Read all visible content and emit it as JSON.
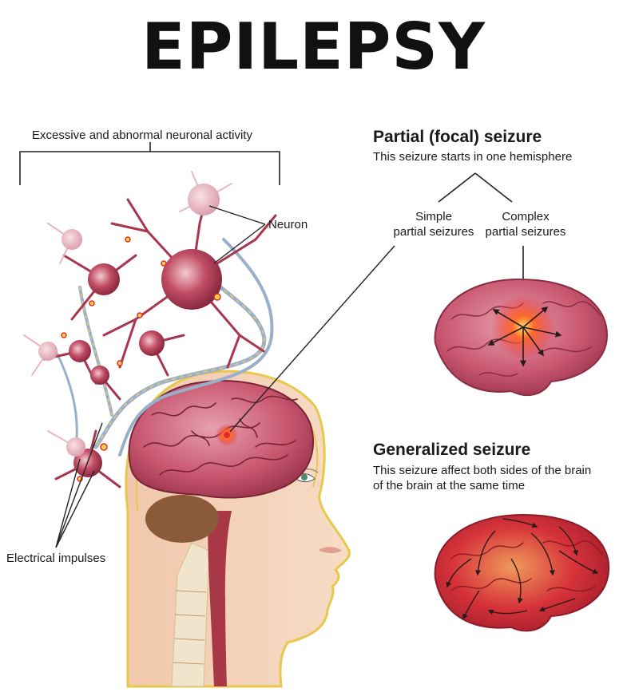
{
  "title": "EPILEPSY",
  "labels": {
    "neuronal_activity": "Excessive and abnormal neuronal activity",
    "neuron": "Neuron",
    "electrical_impulses": "Electrical impulses"
  },
  "partial": {
    "heading": "Partial (focal) seizure",
    "subtitle": "This seizure starts in one hemisphere",
    "simple_line1": "Simple",
    "simple_line2": "partial seizures",
    "complex_line1": "Complex",
    "complex_line2": "partial seizures"
  },
  "generalized": {
    "heading": "Generalized seizure",
    "line1": "This seizure affect both sides of the brain",
    "line2": "of the brain at the same time"
  },
  "colors": {
    "brain": "#c8566f",
    "neuron": "#b8405a",
    "hotspot": "#e8262e",
    "skin": "#f6d2b8",
    "spine_outline": "#e8c84a"
  }
}
